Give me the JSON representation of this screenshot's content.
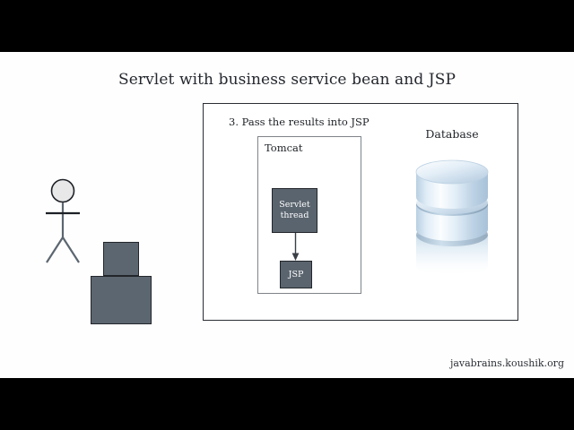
{
  "video": {
    "letterbox_color": "#000000",
    "slide_background": "#fefefe"
  },
  "slide": {
    "title": "Servlet with business service bean and JSP",
    "footer": "javabrains.koushik.org"
  },
  "diagram": {
    "step_caption": "3. Pass the results into JSP",
    "actor": {
      "person_icon": "stick-figure-icon",
      "computer_icon": "desktop-computer-icon",
      "head_fill": "#e8e8e8",
      "body_fill": "#5c6670",
      "outline": "#22262b"
    },
    "tomcat": {
      "label": "Tomcat",
      "border_color": "#7f8489",
      "nodes": [
        {
          "id": "servlet-thread",
          "line1": "Servlet",
          "line2": "thread",
          "fill": "#5a646e",
          "text_color": "#ffffff"
        },
        {
          "id": "jsp",
          "line1": "JSP",
          "line2": "",
          "fill": "#5a646e",
          "text_color": "#ffffff"
        }
      ],
      "arrow": {
        "from": "servlet-thread",
        "to": "jsp",
        "direction": "down",
        "color": "#3a3f45"
      }
    },
    "database": {
      "label": "Database",
      "icon": "database-cylinder-icon",
      "disc_count": 3,
      "fill_light": "#f4f9fd",
      "fill_mid": "#c3d8ea",
      "fill_edge": "#9bb6cd"
    },
    "frame_border_color": "#2a2e33"
  }
}
